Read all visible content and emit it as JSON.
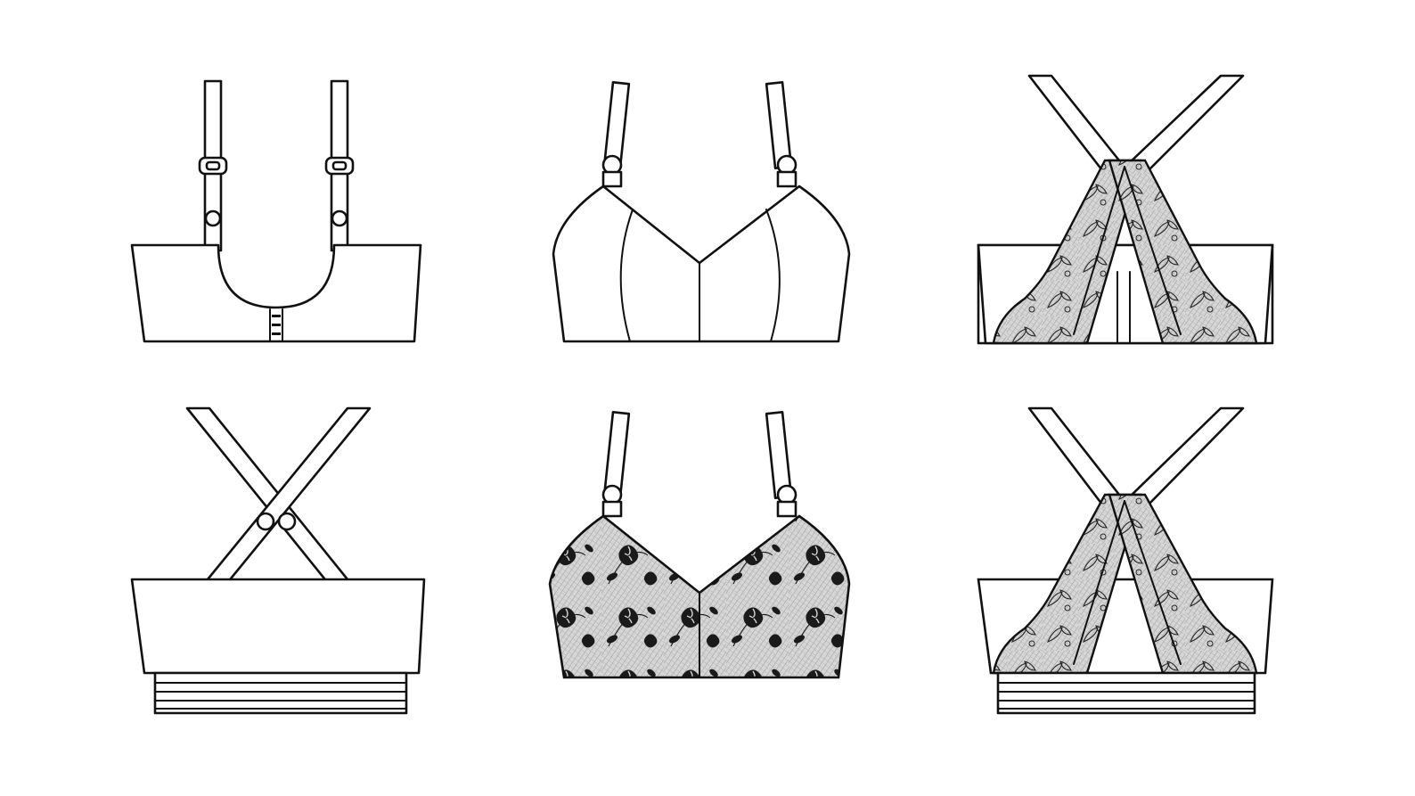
{
  "colors": {
    "background": "#ffffff",
    "outline": "#111111",
    "lace_fill": "#8c8c8c",
    "lace_pattern": "#1a1a1a"
  },
  "items": [
    {
      "id": "bra-u-back-hook",
      "style": "u-back strap bra with hook-and-eye closure"
    },
    {
      "id": "bra-seamed-triangle",
      "style": "seamed soft-cup bra, front view"
    },
    {
      "id": "bra-lace-cross-back",
      "style": "criss-cross back with lace straps and hook closure"
    },
    {
      "id": "bra-cross-back-band",
      "style": "criss-cross strap back with elastic band"
    },
    {
      "id": "bra-lace-triangle",
      "style": "floral lace soft-cup bra, front view"
    },
    {
      "id": "bra-lace-cross-band",
      "style": "criss-cross lace back with elastic band"
    }
  ]
}
